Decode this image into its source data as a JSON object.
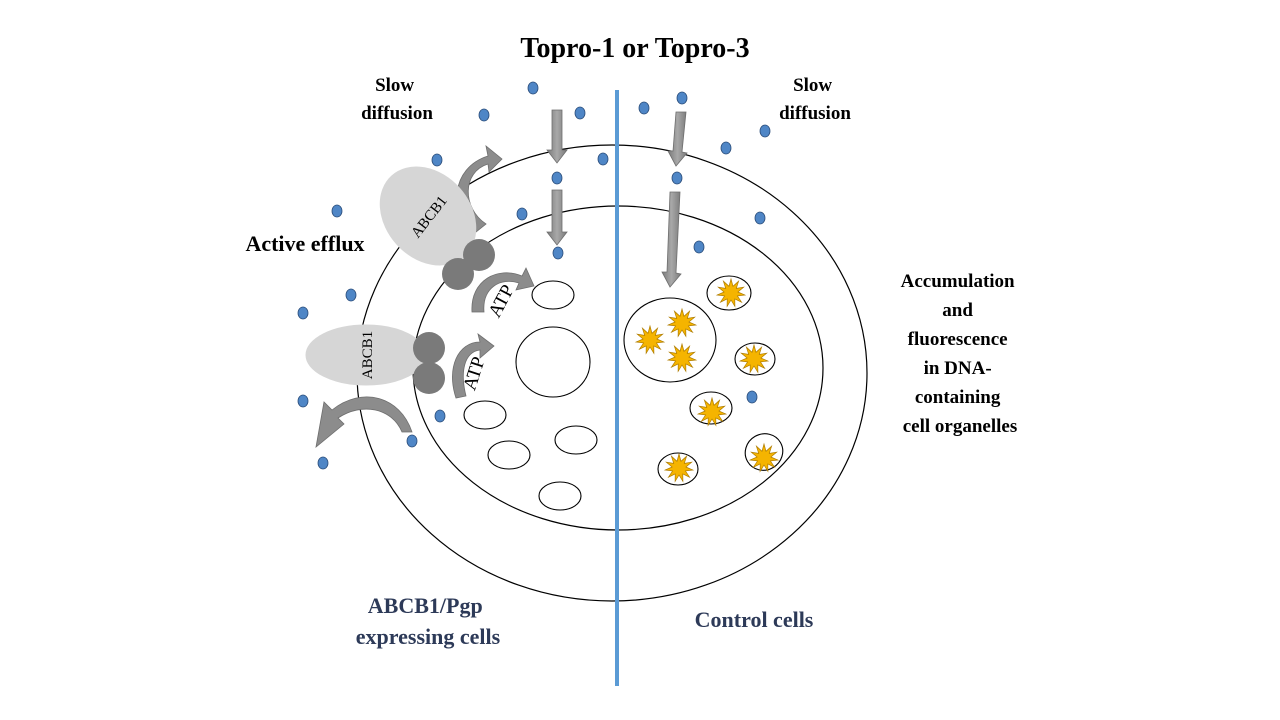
{
  "title": "Topro-1 or Topro-3",
  "left_diffusion": [
    "Slow",
    "diffusion"
  ],
  "right_diffusion": [
    "Slow",
    "diffusion"
  ],
  "active_efflux": "Active efflux",
  "transporter_label": "ABCB1",
  "atp_label": "ATP",
  "accumulation_lines": [
    "Accumulation",
    "and",
    "fluorescence",
    "in DNA-",
    "containing",
    "cell organelles"
  ],
  "left_cell_label": [
    "ABCB1/Pgp",
    "expressing cells"
  ],
  "right_cell_label": "Control cells",
  "colors": {
    "dye_dot": "#4f86c6",
    "divider": "#5b9bd5",
    "transporter": "#d6d6d6",
    "atp_binding": "#7a7a7a",
    "arrow": "#8a8a8a",
    "fluorescence": "#f5b400",
    "label_navy": "#2d3a58"
  }
}
